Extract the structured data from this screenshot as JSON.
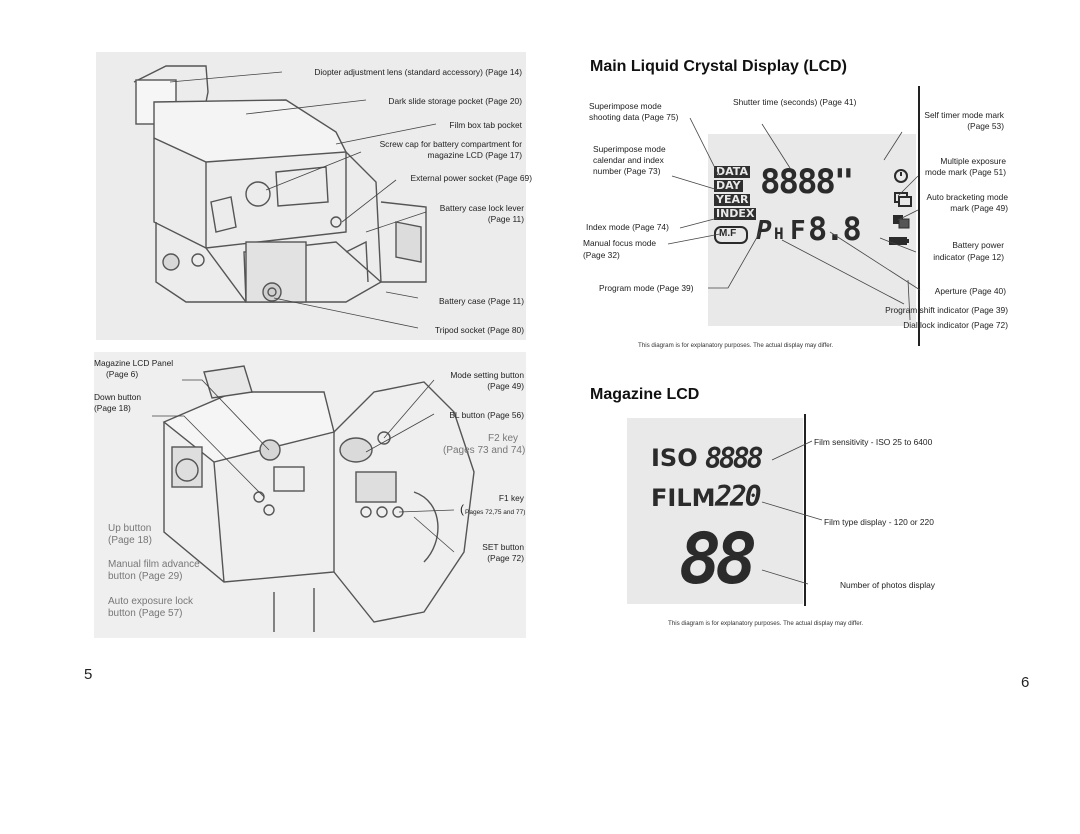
{
  "camera_top": {
    "labels": [
      "Diopter adjustment lens (standard accessory) (Page 14)",
      "Dark slide storage pocket (Page 20)",
      "Film box tab pocket",
      "Screw cap for battery compartment for",
      "magazine LCD (Page 17)",
      "External power socket (Page 69)",
      "Battery case lock lever",
      "(Page 11)",
      "Battery case (Page 11)",
      "Tripod socket (Page 80)"
    ]
  },
  "camera_bottom": {
    "left_labels": [
      "Magazine LCD Panel",
      "(Page 6)",
      "Down button",
      "(Page 18)"
    ],
    "right_labels": [
      "Mode setting button",
      "(Page 49)",
      "BL button (Page 56)",
      "F1 key",
      "(",
      "Pages 72,75 and 77)",
      "SET button",
      "(Page 72)"
    ],
    "printed_labels": [
      "F2 key",
      "(Pages 73 and 74)",
      "Up button",
      "(Page 18)",
      "Manual film advance",
      "button (Page 29)",
      "Auto exposure lock",
      "button (Page 57)"
    ]
  },
  "main_lcd": {
    "title": "Main Liquid Crystal Display (LCD)",
    "labels": {
      "superimpose_shooting_1": "Superimpose mode",
      "superimpose_shooting_2": "shooting data (Page 75)",
      "shutter_time": "Shutter time (seconds) (Page 41)",
      "self_timer_1": "Self timer mode mark",
      "self_timer_2": "(Page 53)",
      "superimpose_cal_1": "Superimpose mode",
      "superimpose_cal_2": "calendar and index",
      "superimpose_cal_3": "number (Page 73)",
      "multiple_exp_1": "Multiple exposure",
      "multiple_exp_2": "mode mark (Page 51)",
      "auto_bracket_1": "Auto bracketing mode",
      "auto_bracket_2": "mark (Page 49)",
      "index_mode": "Index mode (Page 74)",
      "manual_focus_1": "Manual focus mode",
      "manual_focus_2": "(Page 32)",
      "battery_power_1": "Battery power",
      "battery_power_2": "indicator (Page 12)",
      "program_mode": "Program mode (Page 39)",
      "aperture": "Aperture (Page 40)",
      "program_shift": "Program shift indicator (Page 39)",
      "dial_lock": "Dial lock indicator (Page 72)"
    },
    "display": {
      "tags": [
        "DATA",
        "DAY",
        "YEAR",
        "INDEX"
      ],
      "mf": "M.F",
      "shutter_digits": "8888\"",
      "program": "P",
      "shift": "H",
      "f": "F",
      "aperture_digits": "8.8"
    },
    "note": "This diagram is for explanatory purposes. The actual display may differ."
  },
  "magazine_lcd": {
    "title": "Magazine LCD",
    "labels": {
      "film_sensitivity": "Film sensitivity - ISO 25 to 6400",
      "film_type": "Film type display - 120 or 220",
      "photos": "Number of photos display"
    },
    "display": {
      "iso": "ISO",
      "iso_digits": "8888",
      "film": "FILM",
      "film_digits": "220",
      "count_digits": "88"
    },
    "note": "This diagram is for explanatory purposes. The actual display may differ."
  },
  "pages": {
    "left": "5",
    "right": "6"
  }
}
